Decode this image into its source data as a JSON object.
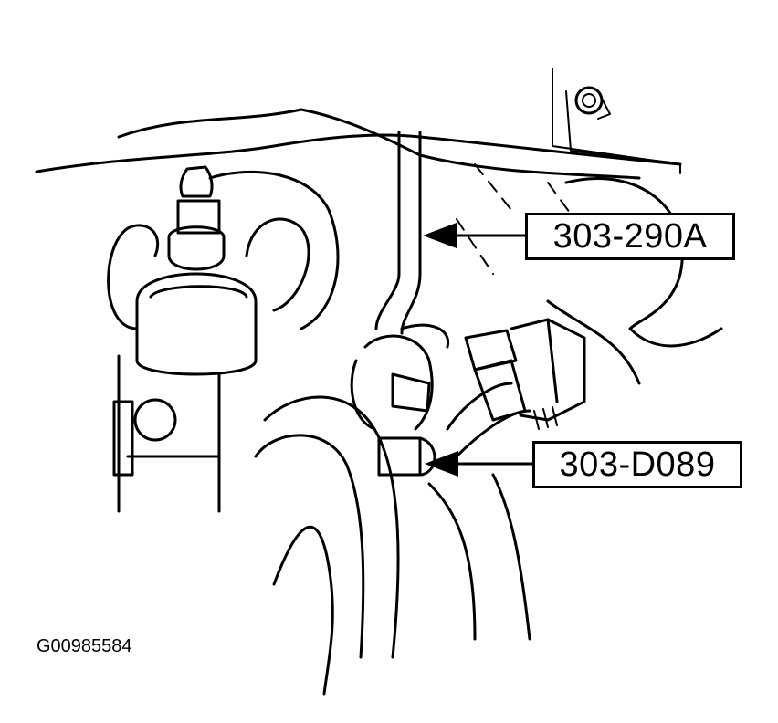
{
  "callouts": {
    "upper_tool": "303-290A",
    "lower_tool": "303-D089"
  },
  "figure_code": "G00985584",
  "colors": {
    "line": "#000000",
    "background": "#ffffff"
  }
}
